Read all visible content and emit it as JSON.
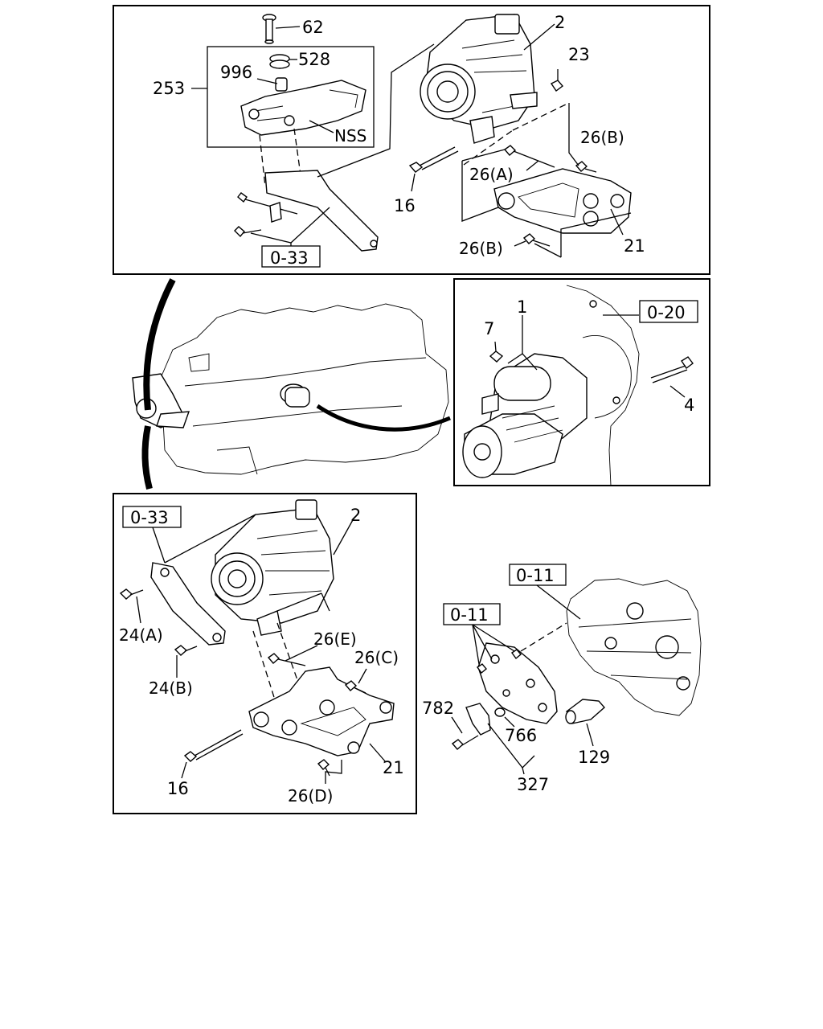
{
  "callouts": {
    "p62": "62",
    "p528": "528",
    "p996": "996",
    "p253": "253",
    "nss": "NSS",
    "p2_top": "2",
    "p23": "23",
    "p26b_a": "26(B)",
    "p26a": "26(A)",
    "p16_top": "16",
    "p21_top": "21",
    "p26b_b": "26(B)",
    "ref033_top": "0-33",
    "p1": "1",
    "p7": "7",
    "ref020": "0-20",
    "p4": "4",
    "ref033_bottom": "0-33",
    "p2_bottom": "2",
    "p24a": "24(A)",
    "p24b": "24(B)",
    "p26e": "26(E)",
    "p26c": "26(C)",
    "p16_bottom": "16",
    "p21_bottom": "21",
    "p26d": "26(D)",
    "ref011_a": "0-11",
    "ref011_b": "0-11",
    "p782": "782",
    "p766": "766",
    "p129": "129",
    "p327": "327"
  }
}
